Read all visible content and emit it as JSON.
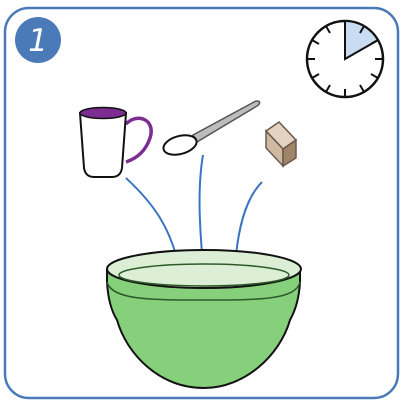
{
  "step": {
    "number": "1"
  },
  "icons": {
    "step_badge": "step-number-badge",
    "timer": "clock-timer-icon",
    "mug": "mug-icon",
    "spoon": "spoon-icon",
    "cube": "sugar-cube-icon",
    "bowl": "mixing-bowl-icon"
  },
  "colors": {
    "frame": "#4a7ab7",
    "badge": "#4a7ab7",
    "timer_fill": "#c9dcf2",
    "mug_rim": "#7b2d91",
    "bowl_fill": "#86d07c",
    "bowl_rim": "#dcefd6",
    "arrows": "#3b74c4",
    "cube": "#b69c84"
  },
  "timer": {
    "elapsed_fraction": 0.167
  }
}
